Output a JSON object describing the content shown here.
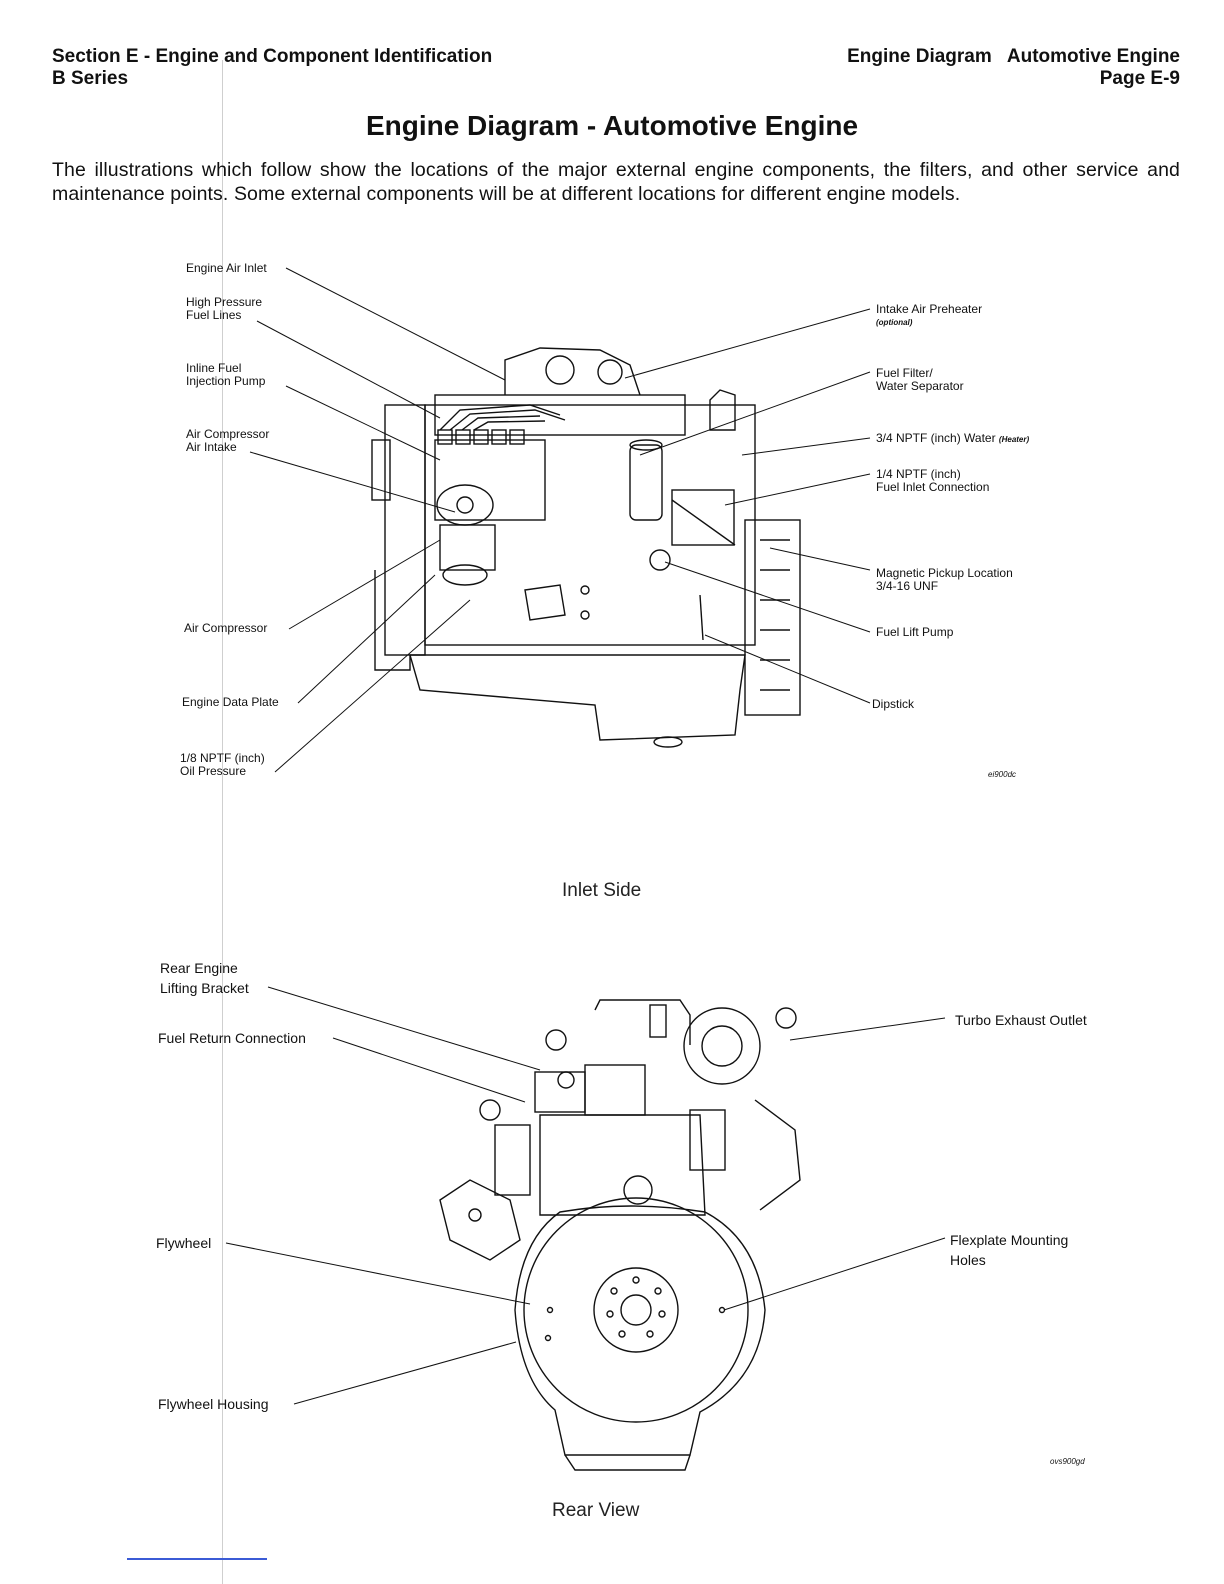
{
  "header": {
    "section": "Section E - Engine and Component Identification",
    "series": "B Series",
    "topic": "Engine Diagram   Automotive Engine",
    "page": "Page E-9"
  },
  "title": "Engine Diagram - Automotive Engine",
  "intro": "The illustrations which follow show the locations of the major external engine components, the filters, and other service and maintenance points. Some external components will be at different locations for different engine models.",
  "inlet_side": {
    "caption": "Inlet Side",
    "figure_code": "ei900dc",
    "labels": {
      "engine_air_inlet": "Engine Air Inlet",
      "high_pressure_1": "High Pressure",
      "high_pressure_2": "Fuel Lines",
      "inline_fuel_1": "Inline Fuel",
      "inline_fuel_2": "Injection Pump",
      "air_comp_intake_1": "Air Compressor",
      "air_comp_intake_2": "Air Intake",
      "air_compressor": "Air Compressor",
      "engine_data_plate": "Engine Data Plate",
      "oil_pressure_1": "1/8 NPTF (inch)",
      "oil_pressure_2": "Oil Pressure",
      "intake_preheater_1": "Intake Air Preheater",
      "intake_preheater_2": "(optional)",
      "fuel_filter_1": "Fuel Filter/",
      "fuel_filter_2": "Water Separator",
      "water_heater_1": "3/4 NPTF (inch) Water",
      "water_heater_2": "(Heater)",
      "fuel_inlet_1": "1/4 NPTF (inch)",
      "fuel_inlet_2": "Fuel Inlet Connection",
      "magnetic_pickup_1": "Magnetic Pickup Location",
      "magnetic_pickup_2": "3/4-16 UNF",
      "fuel_lift_pump": "Fuel Lift Pump",
      "dipstick": "Dipstick"
    }
  },
  "rear_view": {
    "caption": "Rear View",
    "figure_code": "ovs900gd",
    "labels": {
      "rear_lifting_1": "Rear Engine",
      "rear_lifting_2": "Lifting Bracket",
      "fuel_return": "Fuel Return Connection",
      "flywheel": "Flywheel",
      "flywheel_housing": "Flywheel Housing",
      "turbo_exhaust": "Turbo Exhaust Outlet",
      "flexplate_1": "Flexplate Mounting",
      "flexplate_2": "Holes"
    }
  }
}
